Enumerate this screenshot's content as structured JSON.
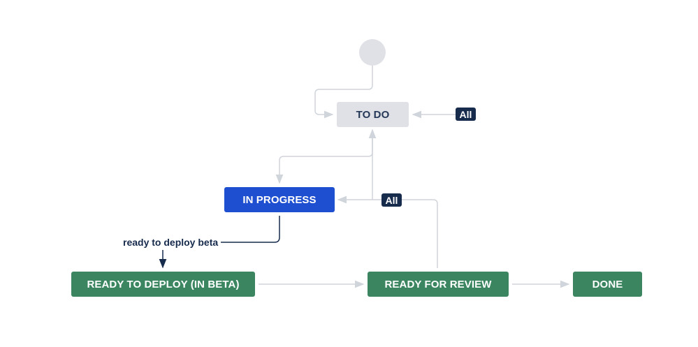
{
  "workflow": {
    "statuses": {
      "todo": {
        "label": "TO DO",
        "bg": "#dfe1e6",
        "fg": "#253858"
      },
      "in_progress": {
        "label": "IN PROGRESS",
        "bg": "#1f4fd1",
        "fg": "#ffffff"
      },
      "ready_to_deploy": {
        "label": "READY TO DEPLOY (IN BETA)",
        "bg": "#3b8660",
        "fg": "#ffffff"
      },
      "ready_for_review": {
        "label": "READY FOR REVIEW",
        "bg": "#3b8660",
        "fg": "#ffffff"
      },
      "done": {
        "label": "DONE",
        "bg": "#3b8660",
        "fg": "#ffffff"
      }
    },
    "start_color": "#dfe1e6",
    "global_badges": {
      "todo": {
        "label": "All",
        "bg": "#172b4d"
      },
      "in_progress": {
        "label": "All",
        "bg": "#172b4d"
      }
    },
    "transitions": {
      "ready_to_deploy_beta": {
        "label": "ready to deploy beta",
        "color": "#172b4d"
      }
    },
    "connector_color": "#d0d4db"
  }
}
